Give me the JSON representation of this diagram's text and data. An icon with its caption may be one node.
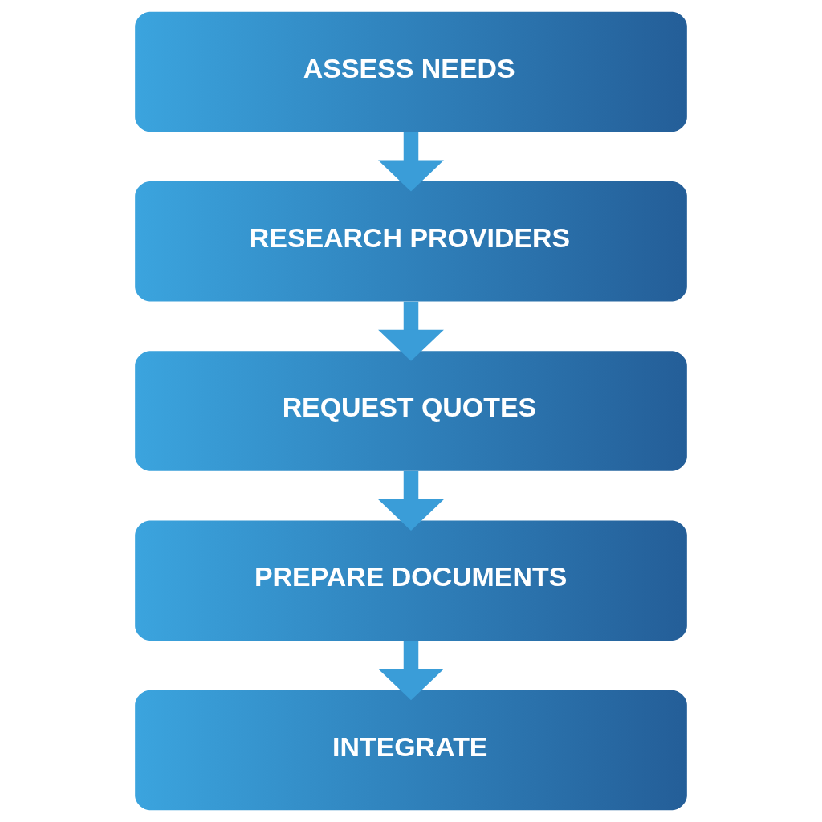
{
  "diagram": {
    "nodes": [
      {
        "text": [
          "ASSESS NEEDS"
        ]
      },
      {
        "text": [
          "RESEARCH PROVIDERS"
        ]
      },
      {
        "text": [
          "REQUEST QUOTES"
        ]
      },
      {
        "text": [
          "PREPARE DOCUMENTS"
        ]
      },
      {
        "text": [
          "INTEGRATE"
        ]
      }
    ],
    "edges": [
      {
        "from": 0,
        "to": 1,
        "arrow": "to"
      },
      {
        "from": 1,
        "to": 2,
        "arrow": "to"
      },
      {
        "from": 2,
        "to": 3,
        "arrow": "to"
      },
      {
        "from": 3,
        "to": 4,
        "arrow": "to"
      }
    ]
  }
}
